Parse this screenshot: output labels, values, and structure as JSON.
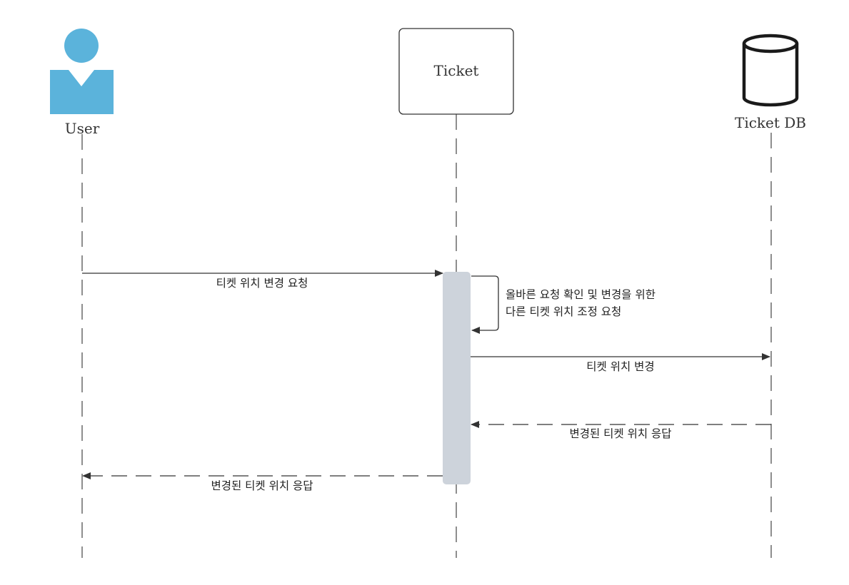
{
  "participants": {
    "user": {
      "label": "User",
      "icon": "user-icon",
      "color": "#5BB3DB"
    },
    "ticket": {
      "label": "Ticket"
    },
    "ticket_db": {
      "label": "Ticket DB",
      "icon": "database-icon"
    }
  },
  "messages": [
    {
      "from": "User",
      "to": "Ticket",
      "type": "sync",
      "label": "티켓 위치 변경 요청"
    },
    {
      "from": "Ticket",
      "to": "Ticket",
      "type": "self",
      "label_line1": "올바른 요청 확인 및 변경을 위한",
      "label_line2": "다른 티켓 위치 조정 요청"
    },
    {
      "from": "Ticket",
      "to": "Ticket DB",
      "type": "sync",
      "label": "티켓 위치 변경"
    },
    {
      "from": "Ticket DB",
      "to": "Ticket",
      "type": "return",
      "label": "변경된 티켓 위치 응답"
    },
    {
      "from": "Ticket",
      "to": "User",
      "type": "return",
      "label": "변경된 티켓 위치 응답"
    }
  ],
  "colors": {
    "activation": "#CDD3DB",
    "line": "#333333",
    "actor": "#5BB3DB"
  }
}
